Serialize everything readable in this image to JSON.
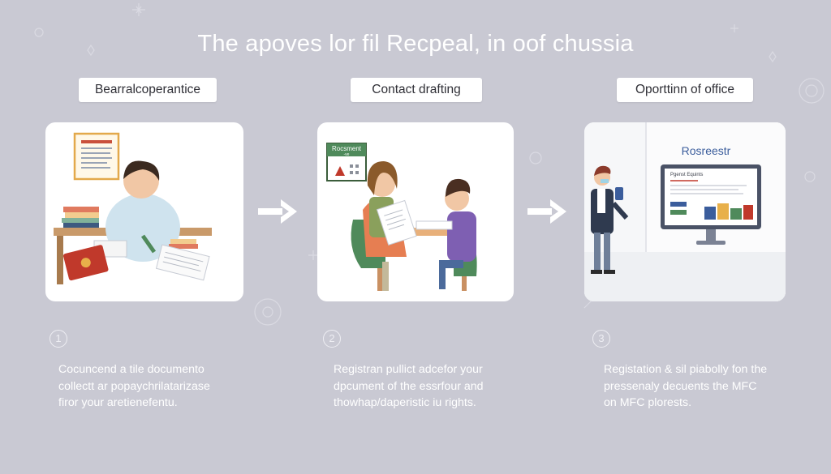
{
  "title": "The apoves lor fil Recpeal, in oof chussia",
  "colors": {
    "background": "#c9c9d3",
    "card": "#ffffff",
    "arrow": "#ffffff",
    "text_light": "#ffffff",
    "label_text": "#2f2f36",
    "accent_red": "#c0392b",
    "accent_blue": "#3b5d9c",
    "accent_green": "#4f8a5b"
  },
  "steps": [
    {
      "label": "Bearralcoperantice",
      "number": "1",
      "illustration": "person-at-desk-with-documents",
      "description": [
        "Cocuncend a tile documento",
        "collectt ar popaychrilatarizase",
        "firor your aretienefentu."
      ]
    },
    {
      "label": "Contact drafting",
      "number": "2",
      "illustration": "two-people-signing-contract",
      "poster_text": [
        "Rocsment",
        "-ve"
      ],
      "description": [
        "Registran pullict adcefor your",
        "dpcument of the essrfour and",
        "thowhap/daperistic iu rights."
      ]
    },
    {
      "label": "Oporttinn of office",
      "number": "3",
      "illustration": "person-at-registration-screen",
      "screen_heading": "Rosreestr",
      "screen_subheading": "Pgenst Equints",
      "description": [
        "Registation & sil piabolly fon the",
        "pressenaly decuents the MFC",
        "on MFC plorests."
      ]
    }
  ],
  "icons": [
    "arrow-right-icon",
    "arrow-right-icon",
    "sparkle-icon"
  ]
}
